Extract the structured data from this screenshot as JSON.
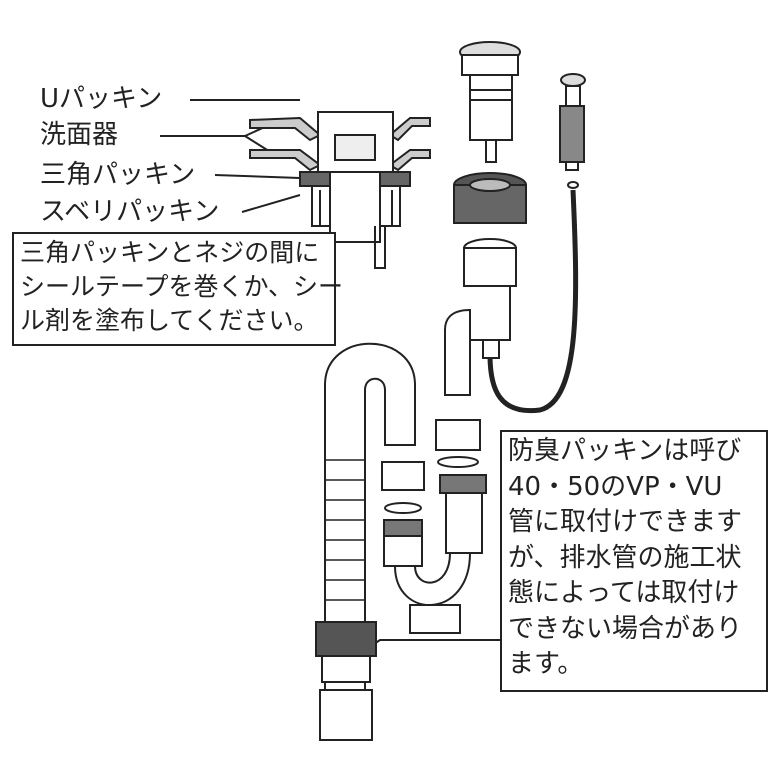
{
  "labels": {
    "u_packing": "Uパッキン",
    "basin": "洗面器",
    "triangle_packing": "三角パッキン",
    "slip_packing": "スベリパッキン"
  },
  "note_seal": {
    "lines": [
      "三角パッキンとネジの間に",
      "シールテープを巻くか、シー",
      "ル剤を塗布してください。"
    ]
  },
  "note_odor": {
    "lines": [
      "防臭パッキンは呼び",
      "40・50のVP・VU",
      "管に取付けできます",
      "が、排水管の施工状",
      "態によっては取付け",
      "できない場合があり",
      "ます。"
    ]
  }
}
